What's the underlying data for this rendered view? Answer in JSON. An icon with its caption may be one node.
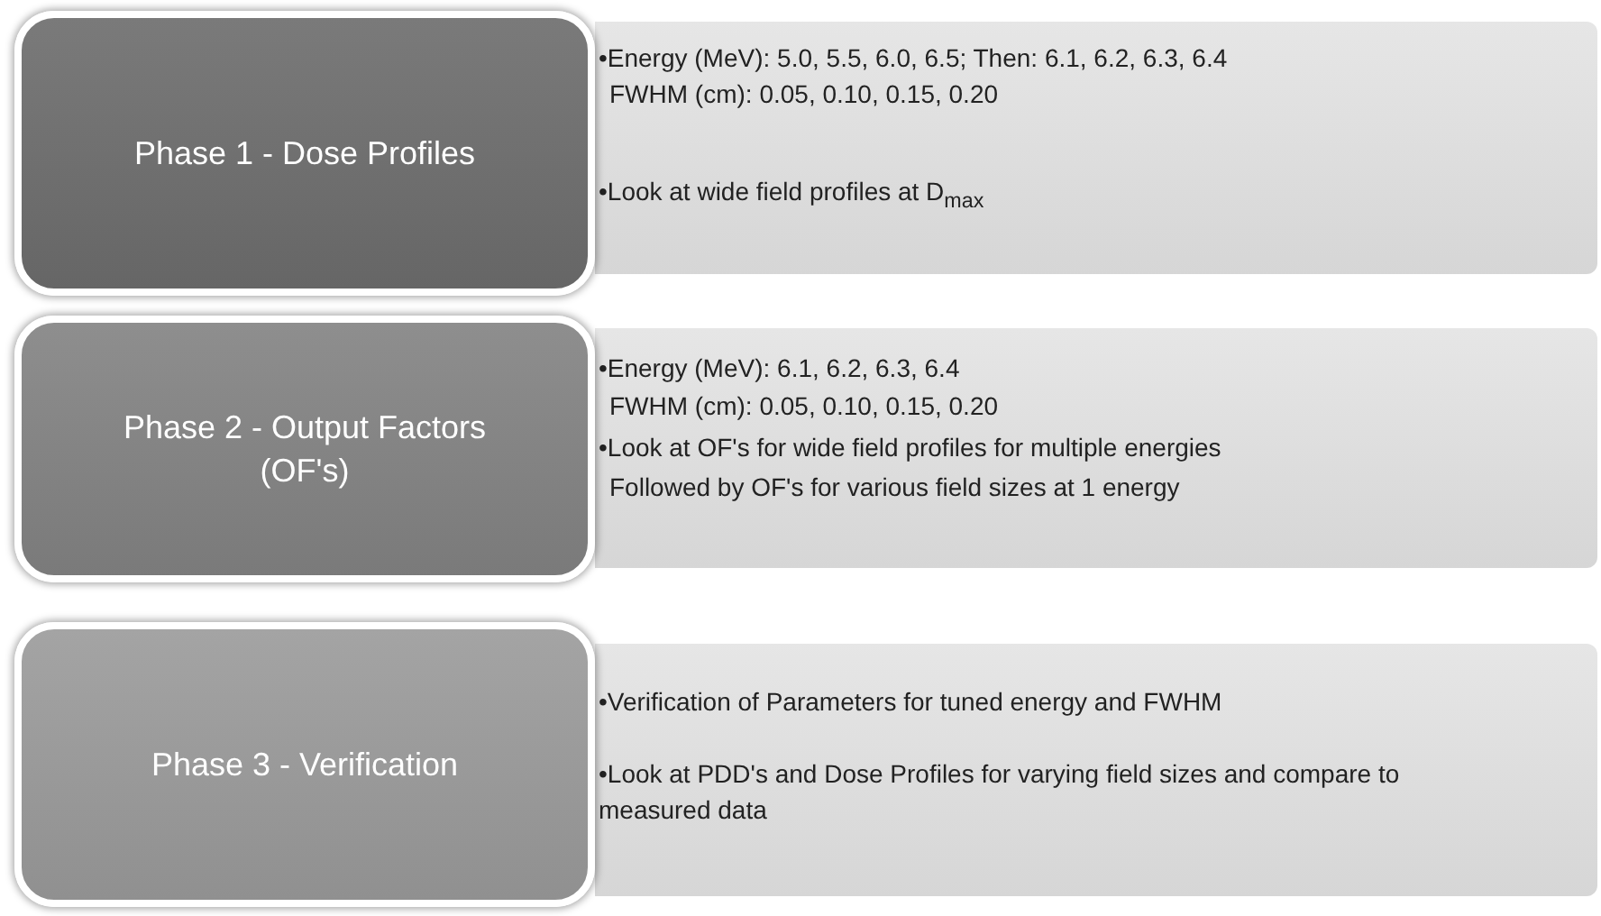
{
  "diagram": {
    "nodes": [
      {
        "text": [
          "Phase 1 - Dose Profiles"
        ]
      },
      {
        "text": [
          "•Energy (MeV): 5.0, 5.5, 6.0, 6.5; Then: 6.1, 6.2, 6.3, 6.4",
          "FWHM (cm): 0.05, 0.10, 0.15, 0.20",
          "•Look at wide field profiles at D$_{max}$"
        ]
      },
      {
        "text": [
          "Phase 2 - Output Factors (OF's)"
        ]
      },
      {
        "text": [
          "•Energy (MeV): 6.1, 6.2, 6.3, 6.4",
          "FWHM (cm): 0.05, 0.10, 0.15, 0.20",
          "•Look at OF's for wide field profiles for multiple energies",
          "Followed by OF's for various field sizes at 1 energy"
        ]
      },
      {
        "text": [
          "Phase 3 - Verification"
        ]
      },
      {
        "text": [
          "•Verification of Parameters for tuned energy and FWHM",
          "•Look at PDD's and Dose Profiles for varying field sizes and compare to measured data"
        ]
      }
    ],
    "edges": []
  }
}
